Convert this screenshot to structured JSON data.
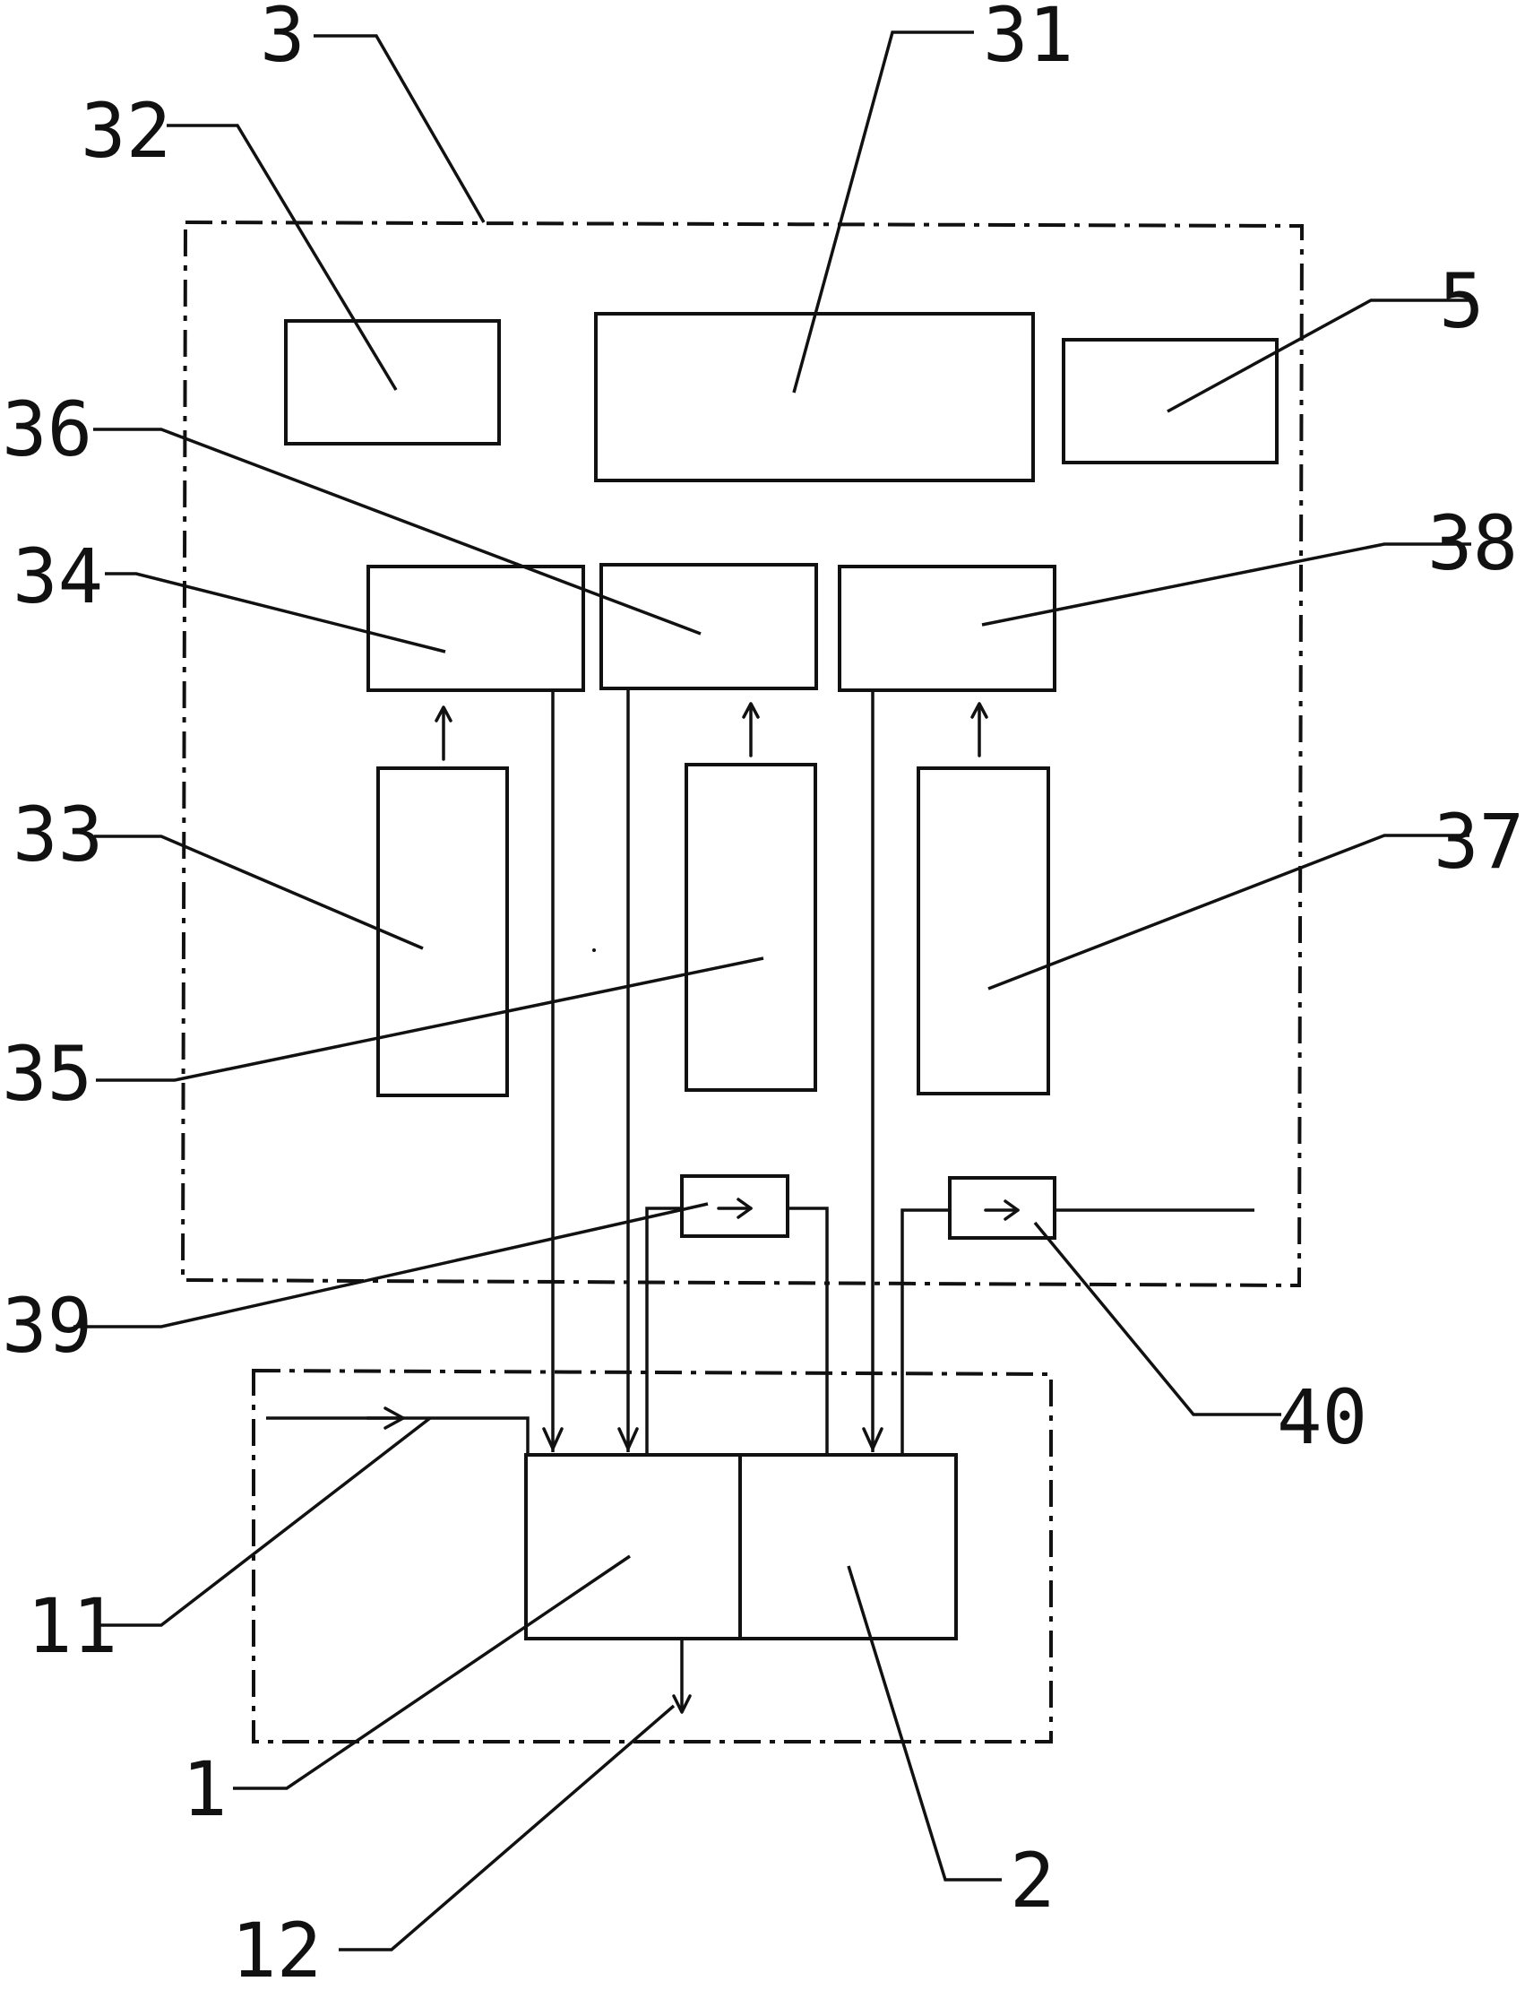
{
  "labels": {
    "n3": "3",
    "n31": "31",
    "n32": "32",
    "n5": "5",
    "n36": "36",
    "n34": "34",
    "n38": "38",
    "n33": "33",
    "n37": "37",
    "n35": "35",
    "n39": "39",
    "n40": "40",
    "n11": "11",
    "n1": "1",
    "n2": "2",
    "n12": "12"
  }
}
